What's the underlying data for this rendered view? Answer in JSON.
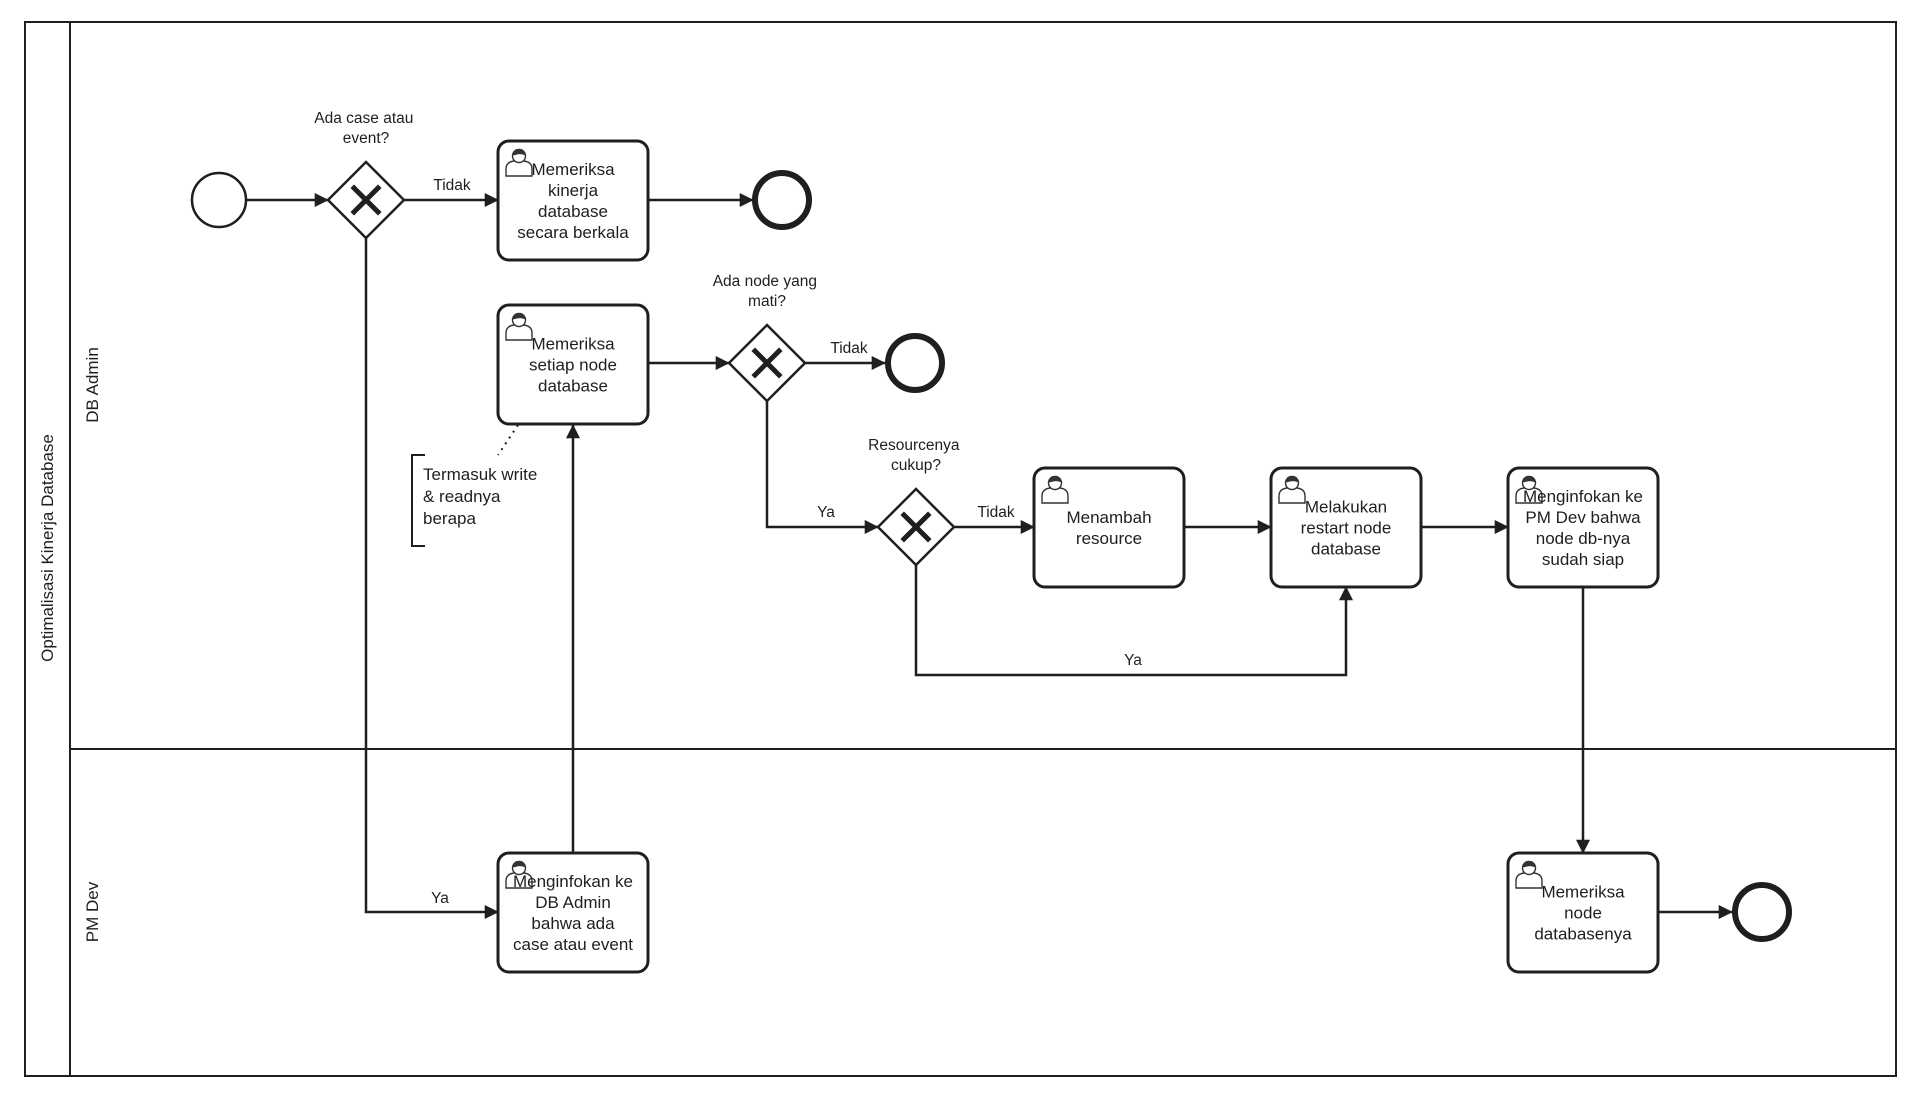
{
  "pool": {
    "title": "Optimalisasi Kinerja Database",
    "lanes": [
      {
        "id": "db-admin",
        "label": "DB Admin"
      },
      {
        "id": "pm-dev",
        "label": "PM Dev"
      }
    ]
  },
  "tasks": [
    {
      "id": "t1",
      "lines": [
        "Memeriksa",
        "kinerja",
        "database",
        "secara berkala"
      ]
    },
    {
      "id": "t2",
      "lines": [
        "Memeriksa",
        "setiap node",
        "database"
      ]
    },
    {
      "id": "t3",
      "lines": [
        "Menginfokan ke",
        "DB Admin",
        "bahwa ada",
        "case atau event"
      ]
    },
    {
      "id": "t4",
      "lines": [
        "Menambah",
        "resource"
      ]
    },
    {
      "id": "t5",
      "lines": [
        "Melakukan",
        "restart node",
        "database"
      ]
    },
    {
      "id": "t6",
      "lines": [
        "Menginfokan ke",
        "PM Dev bahwa",
        "node db-nya",
        "sudah siap"
      ]
    },
    {
      "id": "t7",
      "lines": [
        "Memeriksa",
        "node",
        "databasenya"
      ]
    }
  ],
  "gateways": [
    {
      "id": "g1",
      "question": [
        "Ada case atau",
        "event?"
      ]
    },
    {
      "id": "g2",
      "question": [
        "Ada node yang",
        "mati?"
      ]
    },
    {
      "id": "g3",
      "question": [
        "Resourcenya",
        "cukup?"
      ]
    }
  ],
  "flow_labels": {
    "g1_tidak": "Tidak",
    "g1_ya": "Ya",
    "g2_tidak": "Tidak",
    "g2_ya": "Ya",
    "g3_tidak": "Tidak",
    "g3_ya": "Ya"
  },
  "annotation": {
    "lines": [
      "Termasuk write",
      "& readnya",
      "berapa"
    ]
  },
  "icons": {
    "task_marker": "user-icon",
    "gateway_marker": "exclusive-x-icon"
  }
}
